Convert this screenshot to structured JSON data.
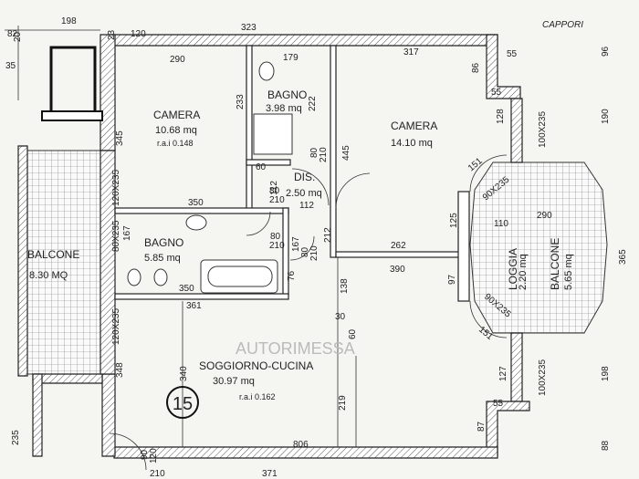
{
  "plan": {
    "sheet_number": "15",
    "handwritten_note": "CAPPORI",
    "watermark": "AUTORIMESSA",
    "rooms": {
      "camera_left": {
        "name": "CAMERA",
        "area": "10.68 mq",
        "rai": "r.a.i  0.148"
      },
      "bagno_top": {
        "name": "BAGNO",
        "area": "3.98 mq"
      },
      "camera_right": {
        "name": "CAMERA",
        "area": "14.10 mq"
      },
      "dis": {
        "name": "DIS.",
        "area": "2.50 mq"
      },
      "bagno_left": {
        "name": "BAGNO",
        "area": "5.85 mq"
      },
      "balcone_left": {
        "name": "BALCONE",
        "area": "8.30 MQ"
      },
      "loggia": {
        "name": "LOGGIA",
        "area": "2.20 mq"
      },
      "balcone_right": {
        "name": "BALCONE",
        "area": "5.65 mq"
      },
      "soggiorno": {
        "name": "SOGGIORNO-CUCINA",
        "area": "30.97 mq",
        "rai": "r.a.i  0.162"
      }
    },
    "dims": {
      "d198": "198",
      "d120a": "120",
      "d23": "23",
      "d323": "323",
      "d82": "82",
      "d20": "20",
      "d35": "35",
      "d290": "290",
      "d179": "179",
      "d317": "317",
      "d55a": "55",
      "d86": "86",
      "d55b": "55",
      "d96": "96",
      "d190": "190",
      "d345": "345",
      "d233": "233",
      "d222": "222",
      "d128": "128",
      "d100x235a": "100X235",
      "d60": "60",
      "d80_210a": "80",
      "d80_210a2": "210",
      "d445": "445",
      "d151a": "151",
      "d120x235a": "120X235",
      "d112a": "112",
      "d350a": "350",
      "d80_210b": "80",
      "d80_210b2": "210",
      "d112b": "112",
      "d90x235a": "90X235",
      "d110": "110",
      "d290b": "290",
      "d125": "125",
      "d167a": "167",
      "d80x235": "80X235",
      "d80_210c": "80",
      "d80_210c2": "210",
      "d167b": "167",
      "d80_210d": "80",
      "d80_210d2": "210",
      "d262": "262",
      "d390": "390",
      "d365": "365",
      "d212": "212",
      "d76": "76",
      "d97": "97",
      "d350b": "350",
      "d138": "138",
      "d361": "361",
      "d90x235b": "90X235",
      "d100x235b": "100X235",
      "d120x235b": "120X235",
      "d151b": "151",
      "d30": "30",
      "d60b": "60",
      "d348": "348",
      "d340": "340",
      "d127": "127",
      "d198b": "198",
      "d55c": "55",
      "d219": "219",
      "d87": "87",
      "d235": "235",
      "d806": "806",
      "d90": "90",
      "d120b": "120",
      "d210": "210",
      "d371": "371",
      "d88": "88"
    }
  }
}
